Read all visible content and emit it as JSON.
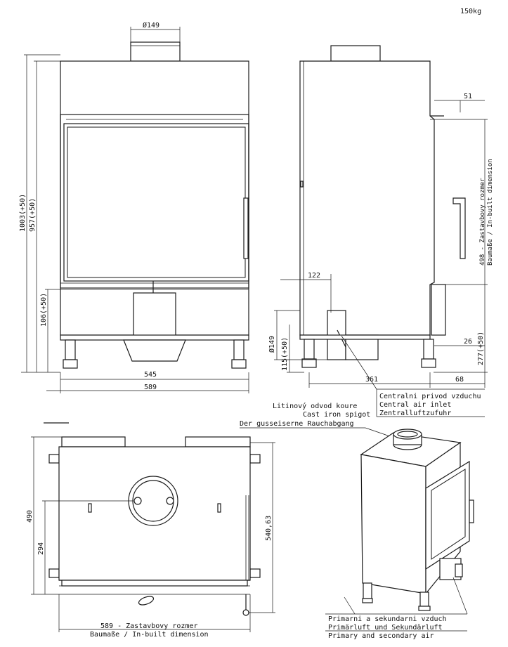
{
  "weight": "150kg",
  "front": {
    "flue_dia": "Ø149",
    "h_total": "1003(+50)",
    "h_inbuilt": "957(+50)",
    "h_base": "106(+50)",
    "w_inner": "545",
    "w_outer": "589"
  },
  "side": {
    "d_top": "51",
    "h_inbuilt_side": "498 - Zastavbovy rozmer",
    "h_inbuilt_side2": "Baumaße / In-built dimension",
    "d_122": "122",
    "inlet_dia": "Ø149",
    "h_115": "115(+50)",
    "h_277": "277(+50)",
    "d_26": "26",
    "d_361": "361",
    "d_68": "68"
  },
  "labels": {
    "air_inlet_cz": "Centralni privod vzduchu",
    "air_inlet_en": "Central air inlet",
    "air_inlet_de": "Zentralluftzufuhr",
    "spigot_cz": "Litinový odvod koure",
    "spigot_en": "Cast iron spigot",
    "spigot_de": "Der gusseiserne Rauchabgang",
    "air_ps_cz": "Primarni a sekundarni vzduch",
    "air_ps_de": "Primärluft und Sekundärluft",
    "air_ps_en": "Primary and secondary air"
  },
  "top": {
    "d_490": "490",
    "d_294": "294",
    "d_540": "540,63",
    "w_589": "589 - Zastavbovy rozmer",
    "w_589b": "Baumaße / In-built dimension"
  }
}
